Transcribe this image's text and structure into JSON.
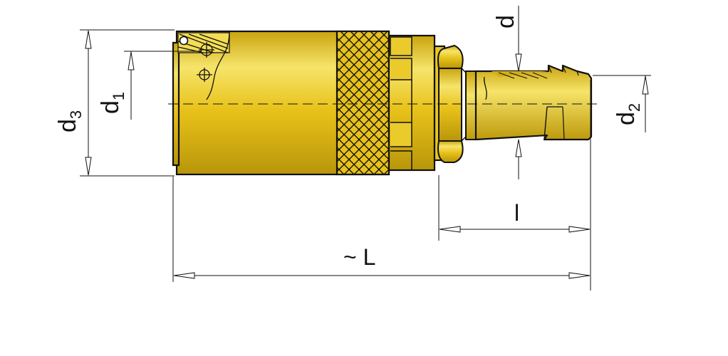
{
  "labels": {
    "d": "d",
    "d1_base": "d",
    "d1_sub": "1",
    "d2_base": "d",
    "d2_sub": "2",
    "d3_base": "d",
    "d3_sub": "3",
    "l": "l",
    "L": "~ L"
  },
  "colors": {
    "brass": "#E8C21A",
    "brass_light": "#F6E46A",
    "brass_dark": "#B8960A",
    "line": "#111111"
  }
}
